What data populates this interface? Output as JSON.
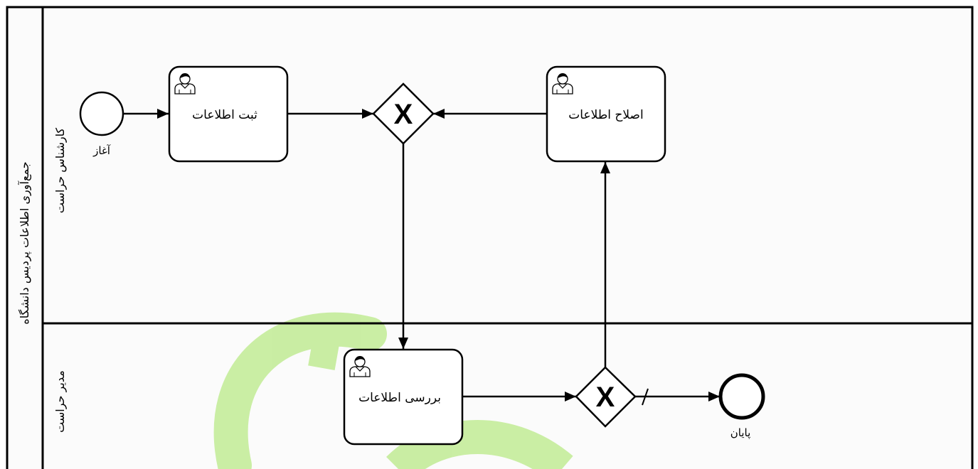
{
  "pool": {
    "title": "جمع‌آوری اطلاعات پردیس دانشگاه"
  },
  "lanes": [
    {
      "id": "lane-expert",
      "title": "کارشناس حراست"
    },
    {
      "id": "lane-manager",
      "title": "مدیر حراست"
    }
  ],
  "events": {
    "start": {
      "label": "آغاز"
    },
    "end": {
      "label": "پایان"
    }
  },
  "tasks": {
    "register": {
      "label": "ثبت اطلاعات",
      "type": "user-task"
    },
    "correct": {
      "label": "اصلاح اطلاعات",
      "type": "user-task"
    },
    "review": {
      "label": "بررسی اطلاعات",
      "type": "user-task"
    }
  },
  "gateways": {
    "merge": {
      "type": "exclusive",
      "marker": "X"
    },
    "decision": {
      "type": "exclusive",
      "marker": "X"
    }
  },
  "colors": {
    "stroke": "#000000",
    "background": "#fbfbfb",
    "watermark": "#c4ec9a"
  }
}
